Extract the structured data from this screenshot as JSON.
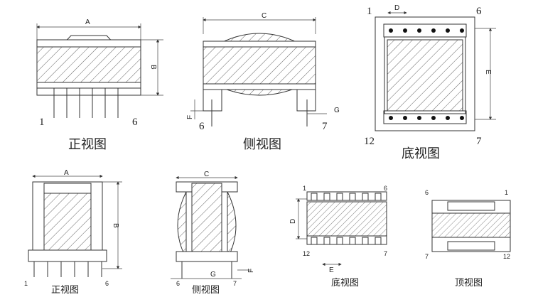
{
  "views_top": {
    "front_title": "正视图",
    "side_title": "侧视图",
    "bottom_title": "底视图"
  },
  "views_bottom": {
    "front_title": "正视图",
    "side_title": "侧视图",
    "bottom_title": "底视图",
    "top_title": "顶视图"
  },
  "dimensions": {
    "a": "A",
    "b": "B",
    "c": "C",
    "d": "D",
    "e": "E",
    "f": "F",
    "g": "G"
  },
  "pins": {
    "p1": "1",
    "p6": "6",
    "p7": "7",
    "p12": "12"
  }
}
